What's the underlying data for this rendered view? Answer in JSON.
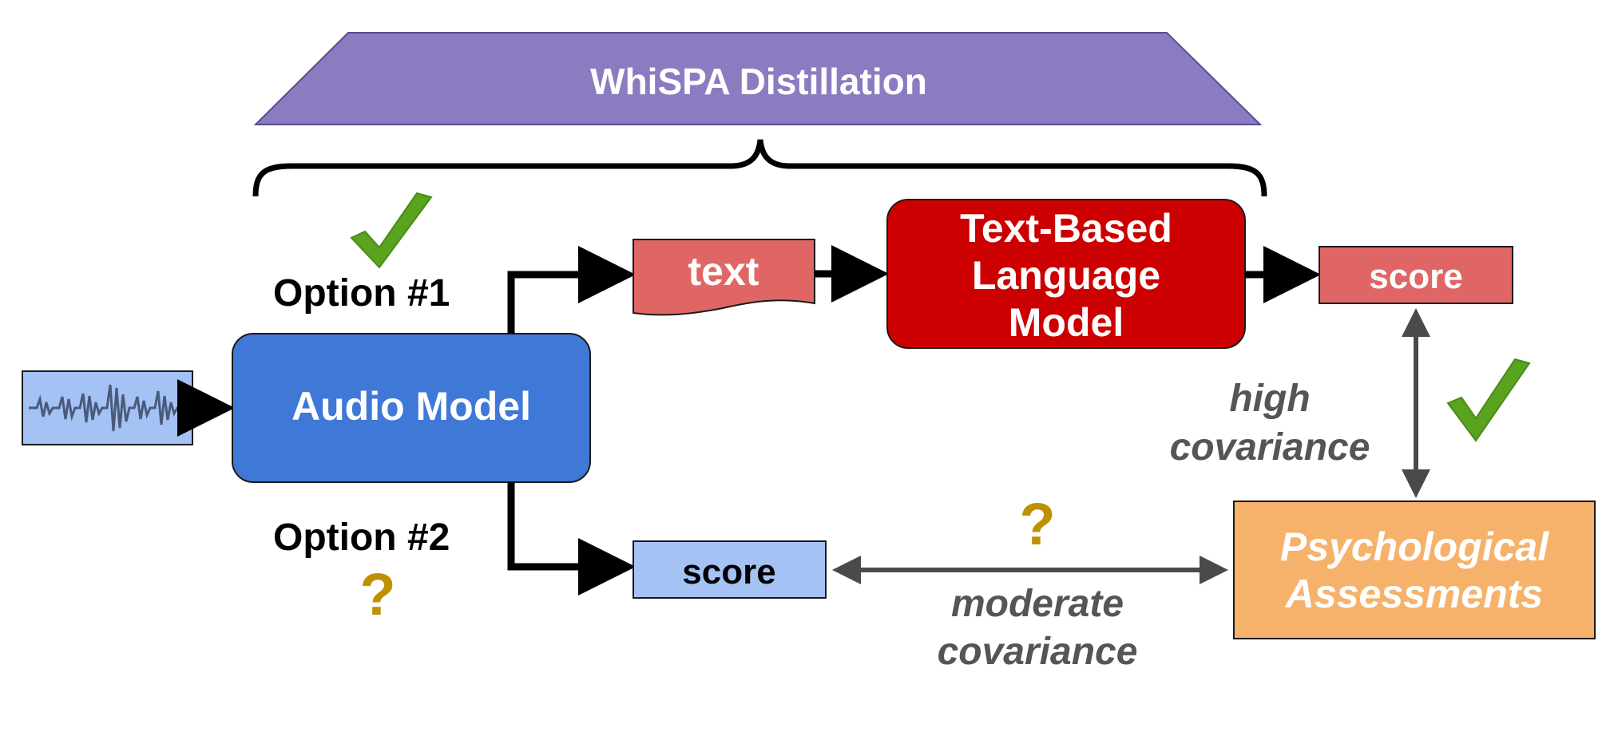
{
  "title": "WhiSPA Distillation",
  "nodes": {
    "audio_model": "Audio Model",
    "text": "text",
    "text_lm_line1": "Text-Based",
    "text_lm_line2": "Language",
    "text_lm_line3": "Model",
    "score_top": "score",
    "score_bottom": "score",
    "psych_line1": "Psychological",
    "psych_line2": "Assessments"
  },
  "options": {
    "option1": "Option #1",
    "option2": "Option #2"
  },
  "edges": {
    "high_line1": "high",
    "high_line2": "covariance",
    "moderate_line1": "moderate",
    "moderate_line2": "covariance"
  },
  "marks": {
    "question": "?"
  },
  "colors": {
    "trapezoid": "#8b7cc1",
    "audio_model": "#3f78d6",
    "text_box": "#e06666",
    "text_lm": "#cc0000",
    "score_top": "#e06666",
    "score_bottom": "#a4c2f4",
    "psych": "#f6b26b",
    "check": "#5aa31f",
    "question": "#bf9000",
    "gray_arrow": "#4a4a4a",
    "gray_text": "#555555"
  }
}
